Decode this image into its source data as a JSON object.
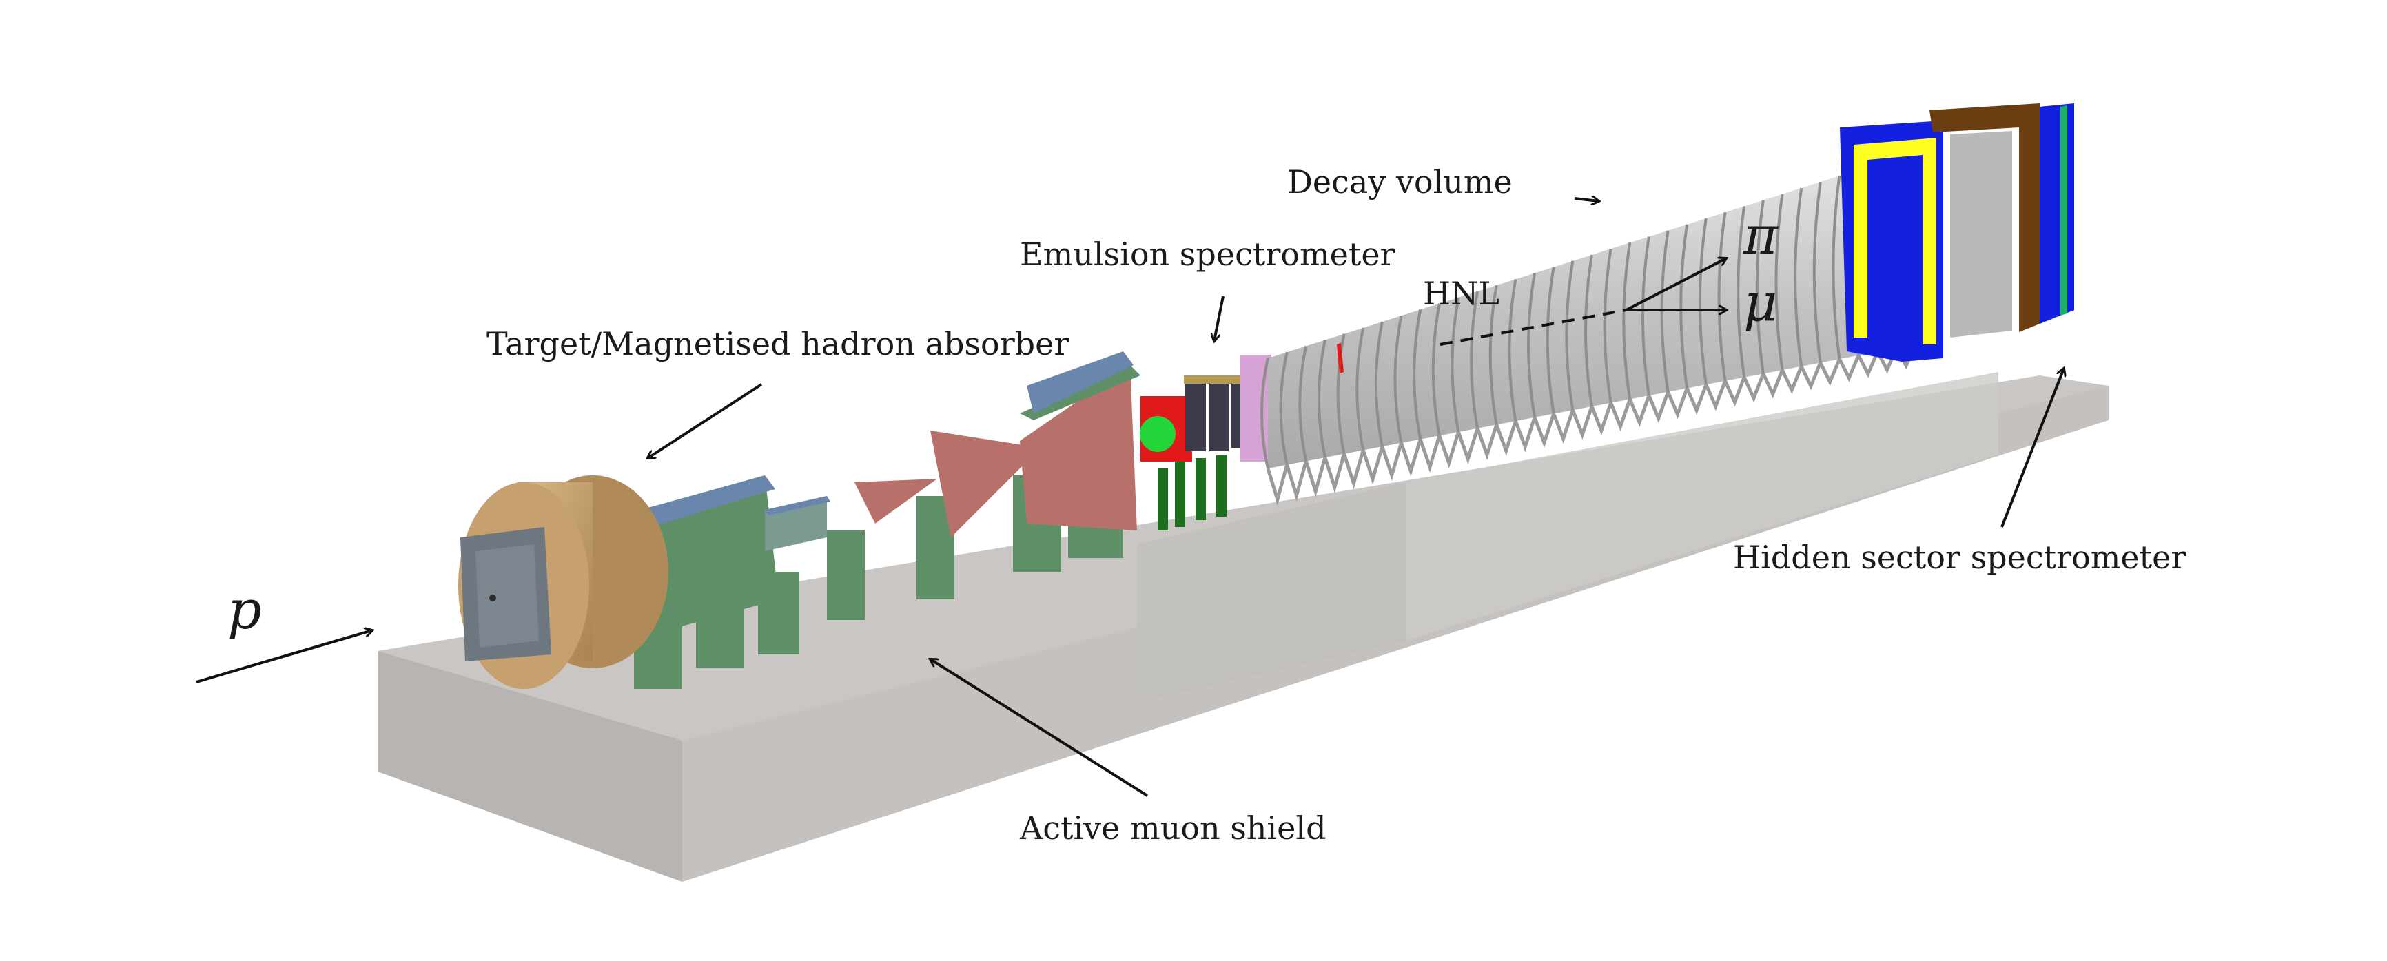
{
  "labels": {
    "proton": "p",
    "target": "Target/Magnetised hadron absorber",
    "emulsion": "Emulsion spectrometer",
    "decay_volume": "Decay volume",
    "hnl": "HNL",
    "pion": "π",
    "muon": "μ",
    "hidden_sector": "Hidden sector spectrometer",
    "muon_shield": "Active muon shield"
  },
  "colors": {
    "floor": "#c9c6c3",
    "floor_side": "#b7b4b1",
    "target_copper": "#c7a06f",
    "target_face": "#6e7680",
    "magnet_green": "#5e8f66",
    "magnet_blue": "#6a86ad",
    "shield_red": "#b7716a",
    "emulsion_red": "#e01919",
    "emulsion_green": "#22d63a",
    "tube_gray": "#bdbdbd",
    "spectrometer_blue": "#1320e0",
    "spectrometer_yellow": "#ffff22",
    "spectrometer_brown": "#6b3e12"
  }
}
